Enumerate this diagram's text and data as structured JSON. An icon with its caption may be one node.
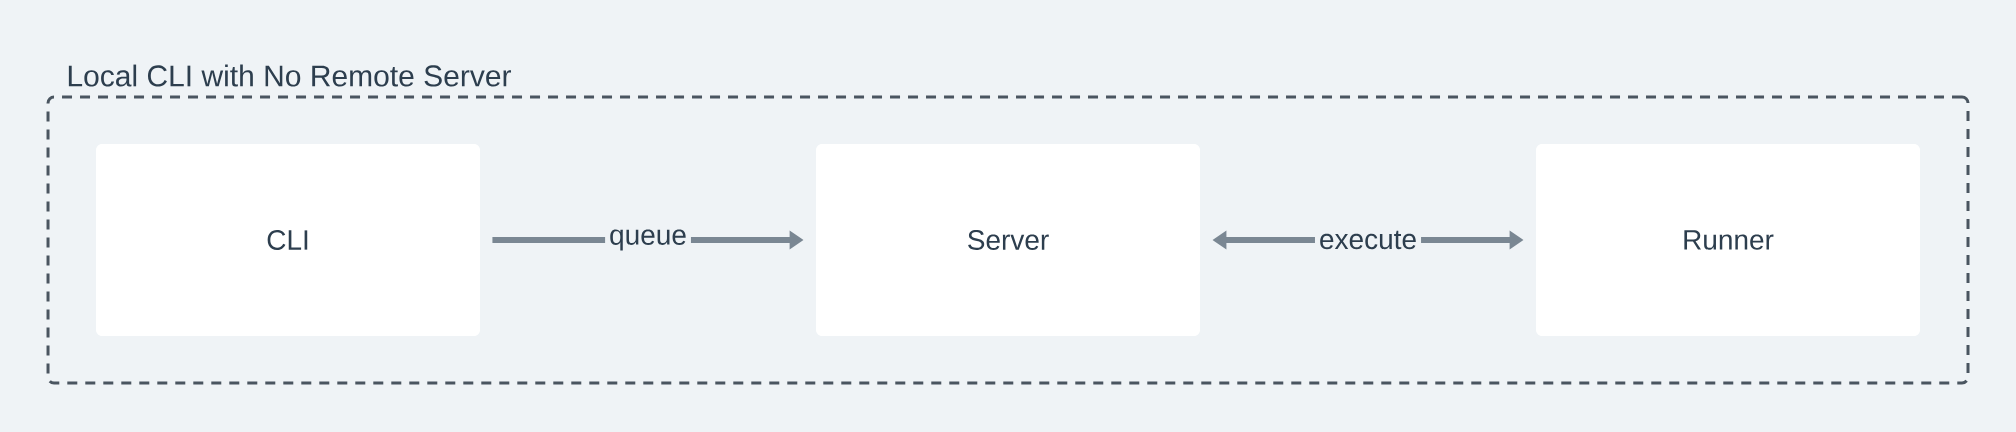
{
  "diagram": {
    "nodes": [
      {
        "text": [
          "Local CLI with No Remote Server"
        ]
      },
      {
        "text": [
          "CLI"
        ],
        "in": 0
      },
      {
        "text": [
          "Server"
        ],
        "in": 0
      },
      {
        "text": [
          "Runner"
        ],
        "in": 0
      }
    ],
    "edges": [
      {
        "from": 1,
        "to": 2,
        "arrow": "to",
        "label": "queue"
      },
      {
        "from": 2,
        "to": 3,
        "arrow": "both",
        "label": "execute"
      }
    ]
  }
}
